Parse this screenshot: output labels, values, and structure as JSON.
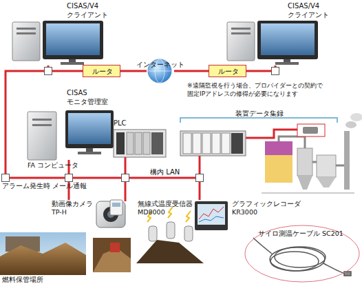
{
  "diagram": {
    "nodes": [
      {
        "text": [
          "CISAS/V4 クライアント"
        ]
      },
      {
        "text": [
          "CISAS/V4 クライアント"
        ]
      },
      {
        "text": [
          "ルータ"
        ]
      },
      {
        "text": [
          "インターネット"
        ]
      },
      {
        "text": [
          "ルータ"
        ]
      },
      {
        "text": [
          "CISAS モニタ管理室",
          "FA コンピュータ"
        ]
      },
      {
        "text": [
          "PLC"
        ]
      },
      {
        "text": [
          "装置データ集録"
        ]
      },
      {
        "text": [
          "動画像カメラ TP-H"
        ]
      },
      {
        "text": [
          "無線式温度受信器 MD8000"
        ]
      },
      {
        "text": [
          "グラフィックレコーダ KR3000"
        ]
      },
      {
        "text": [
          "サイロ測温ケーブル SC201"
        ]
      },
      {
        "text": [
          "燃料保管場所"
        ]
      }
    ],
    "edges": [
      {
        "from": 0,
        "to": 2,
        "arrow": "none"
      },
      {
        "from": 2,
        "to": 3,
        "arrow": "none"
      },
      {
        "from": 3,
        "to": 4,
        "arrow": "none"
      },
      {
        "from": 4,
        "to": 1,
        "arrow": "none"
      }
    ],
    "labels": [
      "※遠隔監視を行う場合、プロバイダーとの契約で 固定IPアドレスの修得が必要になります",
      "構内 LAN",
      "アラーム発生時 メール通報"
    ]
  }
}
